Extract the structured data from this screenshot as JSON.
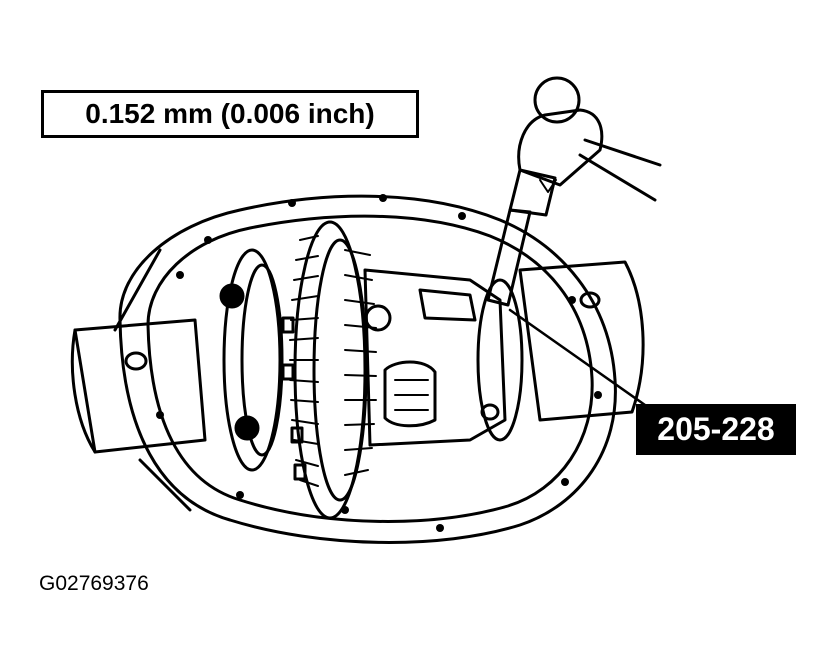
{
  "spec_label": "0.152 mm (0.006 inch)",
  "tool_label": "205-228",
  "figure_id": "G02769376",
  "colors": {
    "ink": "#000000",
    "paper": "#ffffff"
  }
}
